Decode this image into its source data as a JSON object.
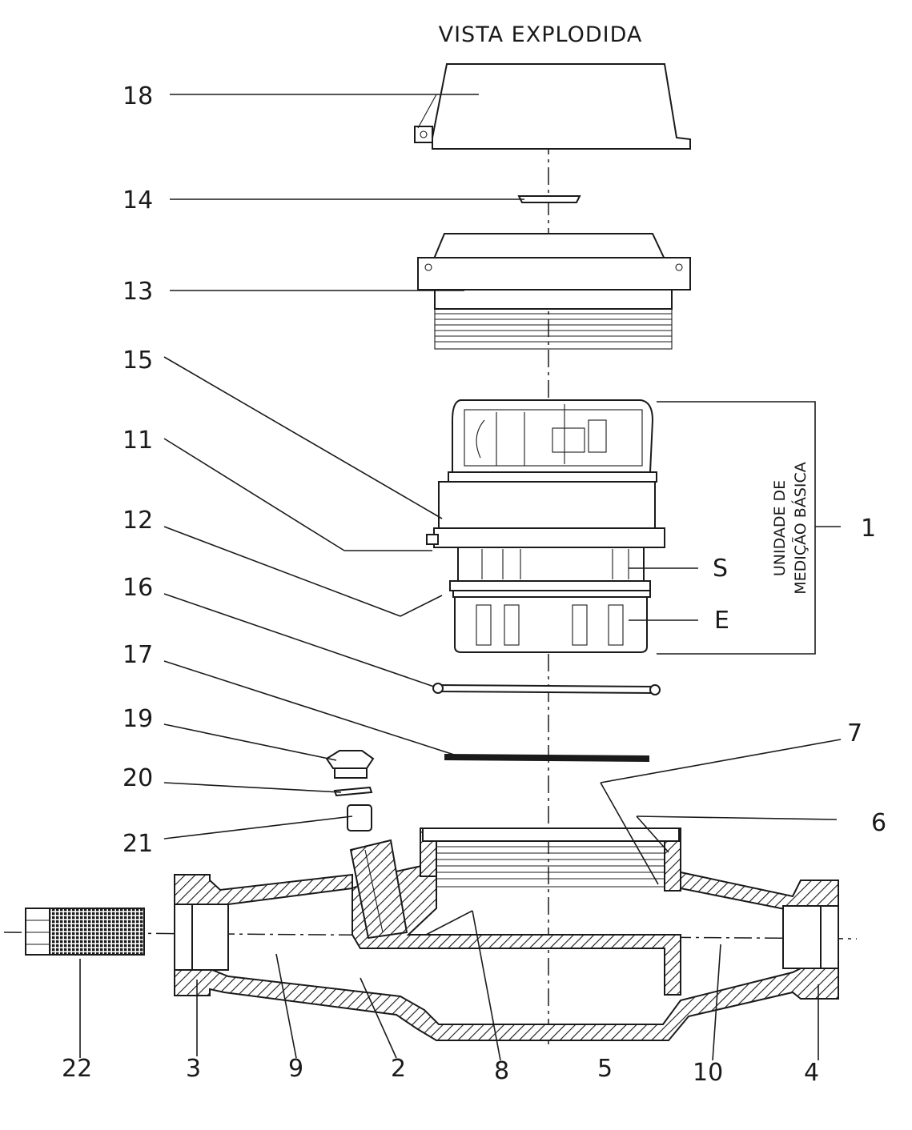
{
  "title": "VISTA EXPLODIDA",
  "side_label": {
    "line1": "UNIDADE DE",
    "line2": "MEDIÇÃO BÁSICA"
  },
  "callouts": {
    "n18": "18",
    "n14": "14",
    "n13": "13",
    "n15": "15",
    "n11": "11",
    "n12": "12",
    "n16": "16",
    "n17": "17",
    "n19": "19",
    "n20": "20",
    "n21": "21",
    "n1": "1",
    "nS": "S",
    "nE": "E",
    "n7": "7",
    "n6": "6",
    "n22": "22",
    "n3": "3",
    "n9": "9",
    "n2": "2",
    "n8": "8",
    "n5": "5",
    "n10": "10",
    "n4": "4"
  },
  "colors": {
    "ink": "#1a1a1a",
    "paper": "#ffffff"
  }
}
